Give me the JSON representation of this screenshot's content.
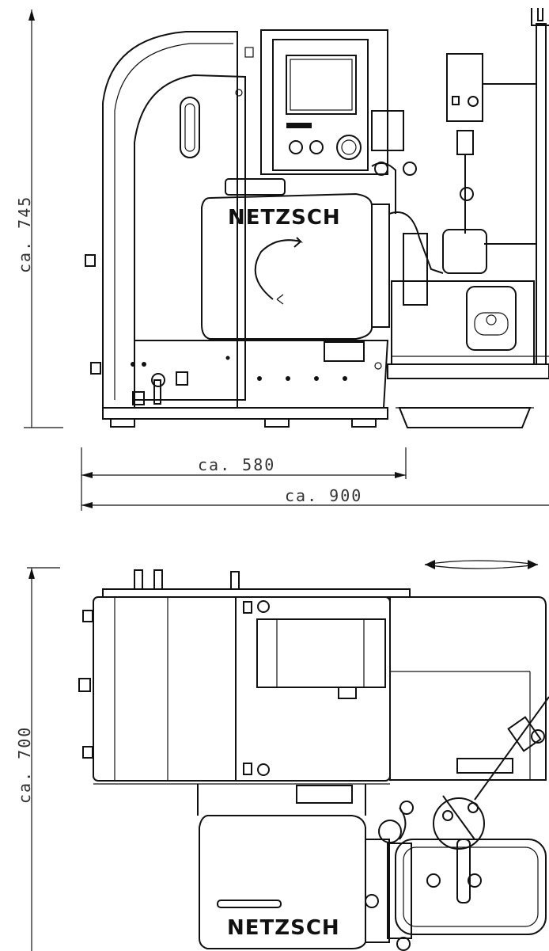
{
  "brand": {
    "front_label": "NETZSCH",
    "top_label": "NETZSCH"
  },
  "dimensions": {
    "height_front": "ca. 745",
    "width_base": "ca. 580",
    "width_total": "ca. 900",
    "depth_top": "ca. 700"
  }
}
